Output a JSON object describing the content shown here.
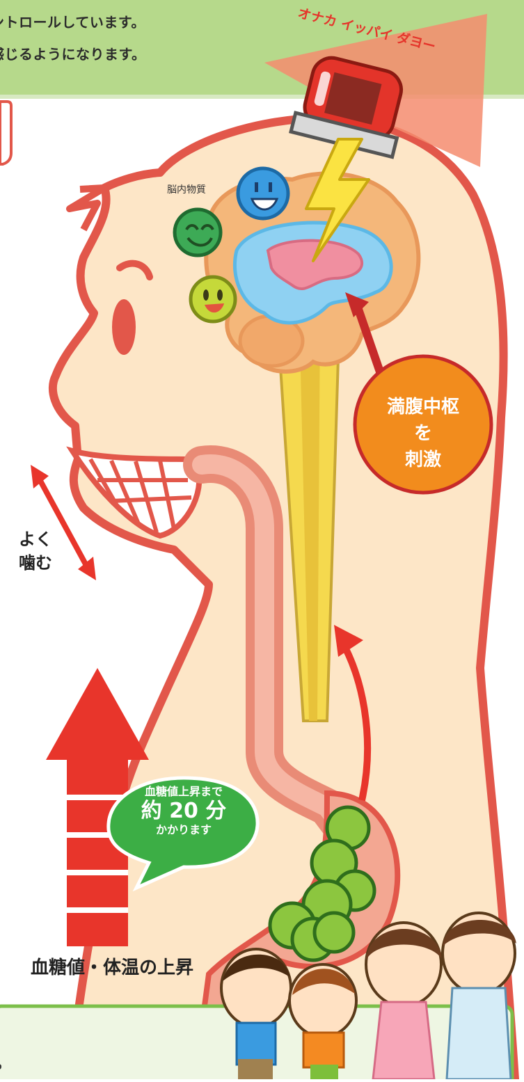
{
  "banner": {
    "line1": "ントロールしています。",
    "line2": "感じるようになります。"
  },
  "siren_text": "オナカ イッパイ ダヨー",
  "brain_chemicals_label": "脳内物質",
  "satiety_center": {
    "line1": "満腹中枢",
    "line2": "を",
    "line3": "刺激"
  },
  "chew": {
    "line1": "よく",
    "line2": "噛む"
  },
  "bubble": {
    "line1": "血糖値上昇まで",
    "line2": "約 20 分",
    "line3": "かかります"
  },
  "rise_label": "血糖値・体温の上昇",
  "bottom_text": "。",
  "colors": {
    "banner_bg": "#b6d98b",
    "skin": "#fde6c7",
    "outline": "#e2574a",
    "brain": "#f4b77a",
    "satiety_circle": "#f28c1d",
    "arrow_red": "#e8352b",
    "bubble_green": "#3cae45",
    "food_green": "#8cc63f",
    "spine_yellow": "#f5d94e"
  }
}
